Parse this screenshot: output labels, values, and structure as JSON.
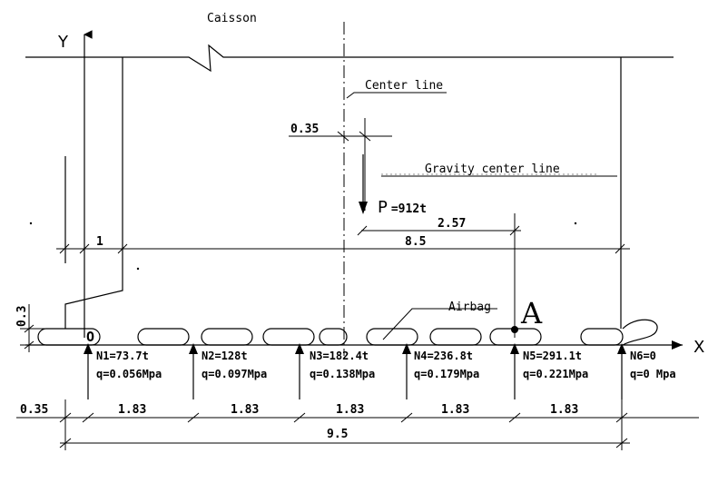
{
  "labels": {
    "caisson": "Caisson",
    "center_line": "Center line",
    "gravity_center_line": "Gravity center line",
    "airbag": "Airbag",
    "axis_x": "X",
    "axis_y": "Y",
    "origin": "O",
    "point_a": "A",
    "p_load_prefix": "P",
    "p_load_value": "=912t"
  },
  "dimensions": {
    "offset_035_top": "0.35",
    "dist_257": "2.57",
    "dist_1": "1",
    "dist_85": "8.5",
    "dist_03": "0.3",
    "offset_035_bottom": "0.35",
    "spacing": [
      "1.83",
      "1.83",
      "1.83",
      "1.83",
      "1.83"
    ],
    "total_95": "9.5"
  },
  "reactions": [
    {
      "n": "N1=73.7t",
      "q": "q=0.056Mpa"
    },
    {
      "n": "N2=128t",
      "q": "q=0.097Mpa"
    },
    {
      "n": "N3=182.4t",
      "q": "q=0.138Mpa"
    },
    {
      "n": "N4=236.8t",
      "q": "q=0.179Mpa"
    },
    {
      "n": "N5=291.1t",
      "q": "q=0.221Mpa"
    },
    {
      "n": "N6=0",
      "q": "q=0 Mpa"
    }
  ]
}
